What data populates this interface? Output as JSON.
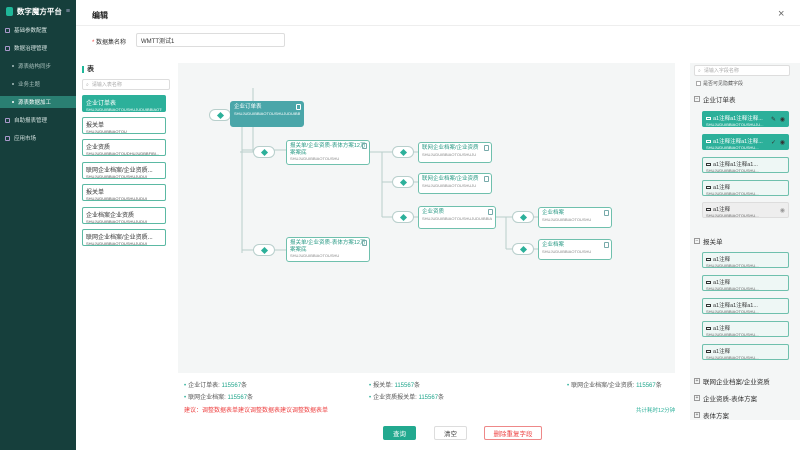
{
  "app": {
    "title": "数字魔方平台",
    "collapse_glyph": "≡"
  },
  "sidebar": {
    "items": [
      {
        "label": "基础参数配置"
      },
      {
        "label": "数据治理管理"
      },
      {
        "label": "源表结构同步"
      },
      {
        "label": "业务主题"
      },
      {
        "label": "源表数据加工"
      },
      {
        "label": "自助报表管理"
      },
      {
        "label": "应用市场"
      }
    ]
  },
  "dialog": {
    "title": "编辑",
    "close_glyph": "×"
  },
  "form": {
    "dataset_label": "数据集名称",
    "required_mark": "*",
    "dataset_value": "WMTT测试1"
  },
  "tables_panel": {
    "title": "表",
    "search_placeholder": "请输入表名称",
    "items": [
      {
        "name": "企业订单表",
        "code": "SHUJUDUIBBIAOTOUSHUJUDUIBBIAOTOUSHUJUDUIBBIAO..."
      },
      {
        "name": "报关单",
        "code": "SHUJUDUIBBIAOTOU"
      },
      {
        "name": "企业资质",
        "code": "SHUJUDUIBBIAOTOUDHUJUDBBFIBI..."
      },
      {
        "name": "联网企业档案/企业资质...",
        "code": "SHUJUDUIBBIAOTOUSHUJUDUI"
      },
      {
        "name": "报关单",
        "code": "SHUJUDUIBBIAOTOUSHUJUDUI"
      },
      {
        "name": "企业档案企业资质",
        "code": "SHUJUDUIBBIAOTOUSHUJUDUI"
      },
      {
        "name": "联网企业档案/企业资质...",
        "code": "SHUJUDUIBBIAOTOUSHUJUDUI"
      }
    ]
  },
  "flow": {
    "nodes": [
      {
        "name": "企业订单表",
        "code": "SHUJUDUIBBIAOTOUSHUJUDUIBBIAOTOU"
      },
      {
        "name": "报关单/企业资质-表体方案12万案案底",
        "code": "SHUJUDUIBBIAOTOUSHU"
      },
      {
        "name": "报关单/企业资质-表体方案12万案案底",
        "code": "SHUJUDUIBBIAOTOUSHU"
      },
      {
        "name": "联网企业档案/企业资质",
        "code": "SHUJUDUIBBIAOTOUSHUJU"
      },
      {
        "name": "联网企业档案/企业资质",
        "code": "SHUJUDUIBBIAOTOUSHUJU"
      },
      {
        "name": "企业资质",
        "code": "SHUJUDUIBBIAOTOUSHUJUDUIBBIAOTOU"
      },
      {
        "name": "企业档案",
        "code": "SHUJUDUIBBIAOTOUSHU"
      },
      {
        "name": "企业档案",
        "code": "SHUJUDUIBBIAOTOUSHU"
      }
    ]
  },
  "stats": {
    "row1": [
      {
        "label": "企业订单表:",
        "value": "115567",
        "unit": "条"
      },
      {
        "label": "报关单:",
        "value": "115567",
        "unit": "条"
      },
      {
        "label": "联网企业档案/企业资质:",
        "value": "115567",
        "unit": "条"
      }
    ],
    "row2": [
      {
        "label": "联网企业档案:",
        "value": "115567",
        "unit": "条"
      },
      {
        "label": "企业资质报关单:",
        "value": "115567",
        "unit": "条"
      }
    ],
    "advice": "建议：调整数据表单建议调整数据表建议调整数据表单",
    "elapsed": "共计耗时12分钟"
  },
  "buttons": {
    "query": "查询",
    "clear": "清空",
    "delete_dup": "删除重复字段"
  },
  "fields_panel": {
    "search_placeholder": "请输入字段名称",
    "show_hidden_label": "是否可见隐藏字段",
    "groups": [
      {
        "name": "企业订单表",
        "toggle": "−",
        "fields": [
          {
            "name": "a1注释a1注释注释...",
            "code": "SHUJUDUIBBIAOTOUSHUJU..."
          },
          {
            "name": "a1注释注释a1注释...",
            "code": "SHUJUDUIBBIAOTOUSHU..."
          },
          {
            "name": "a1注释a1注释a1...",
            "code": "SHUJUDUIBBIAOTOUSHU..."
          },
          {
            "name": "a1注释",
            "code": "SHUJUDUIBBIAOTOUSHU..."
          },
          {
            "name": "a1注释",
            "code": "SHUJUDUIBBIAOTOUSHU..."
          }
        ]
      },
      {
        "name": "报关单",
        "toggle": "−",
        "fields": [
          {
            "name": "a1注释",
            "code": "SHUJUDUIBBIAOTOUSHU..."
          },
          {
            "name": "a1注释",
            "code": "SHUJUDUIBBIAOTOUSHU..."
          },
          {
            "name": "a1注释a1注释a1...",
            "code": "SHUJUDUIBBIAOTOUSHU..."
          },
          {
            "name": "a1注释",
            "code": "SHUJUDUIBBIAOTOUSHU..."
          },
          {
            "name": "a1注释",
            "code": "SHUJUDUIBBIAOTOUSHU..."
          }
        ]
      },
      {
        "name": "联网企业档案/企业资质",
        "toggle": "+"
      },
      {
        "name": "企业资质-表体方案",
        "toggle": "+"
      },
      {
        "name": "表体方案",
        "toggle": "+"
      }
    ]
  },
  "icons": {
    "search": "⌕",
    "eye": "◉",
    "edit": "✎",
    "check": "✓"
  },
  "colors": {
    "accent": "#22a98f",
    "sidebar_bg": "#163f3c",
    "danger": "#e44444"
  }
}
